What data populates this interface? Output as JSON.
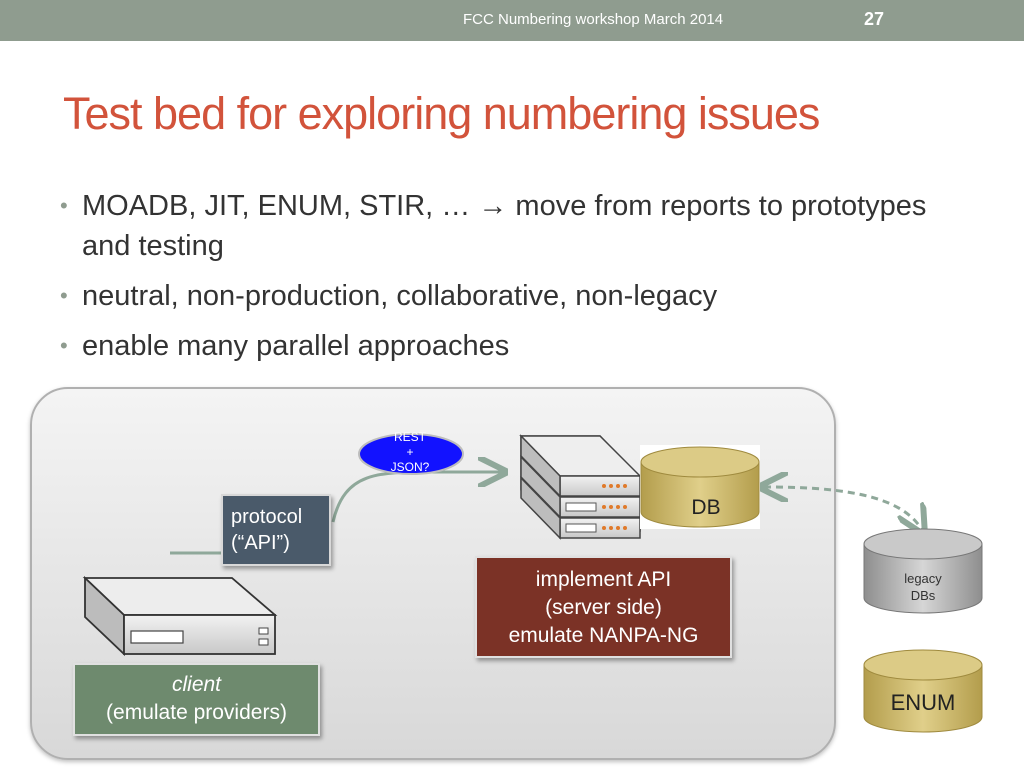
{
  "header": {
    "footer_text": "FCC Numbering workshop March 2014",
    "slide_number": "27"
  },
  "title": "Test bed for exploring numbering issues",
  "bullets": [
    {
      "text_before": "MOADB, JIT, ENUM, STIR, … ",
      "arrow": "→",
      "text_after": " move from reports to prototypes and testing"
    },
    {
      "text": "neutral, non-production, collaborative, non-legacy"
    },
    {
      "text": "enable many parallel approaches"
    }
  ],
  "diagram": {
    "rest_json": [
      "REST",
      "+",
      "JSON?"
    ],
    "protocol": [
      "protocol",
      "(“API”)"
    ],
    "db": "DB",
    "implement": [
      "implement API",
      "(server side)",
      "emulate NANPA-NG"
    ],
    "client": [
      "client",
      "(emulate providers)"
    ],
    "legacy": [
      "legacy",
      "DBs"
    ],
    "enum": "ENUM"
  },
  "colors": {
    "header_bar": "#8f9c8f",
    "title": "#d2533b",
    "protocol_box": "#4a5a6a",
    "implement_box": "#7b3226",
    "client_box": "#6e8a6e",
    "db_gold": "#c9b56a",
    "legacy_gray": "#a8a8a8",
    "rest_blue": "#1a1aff"
  }
}
